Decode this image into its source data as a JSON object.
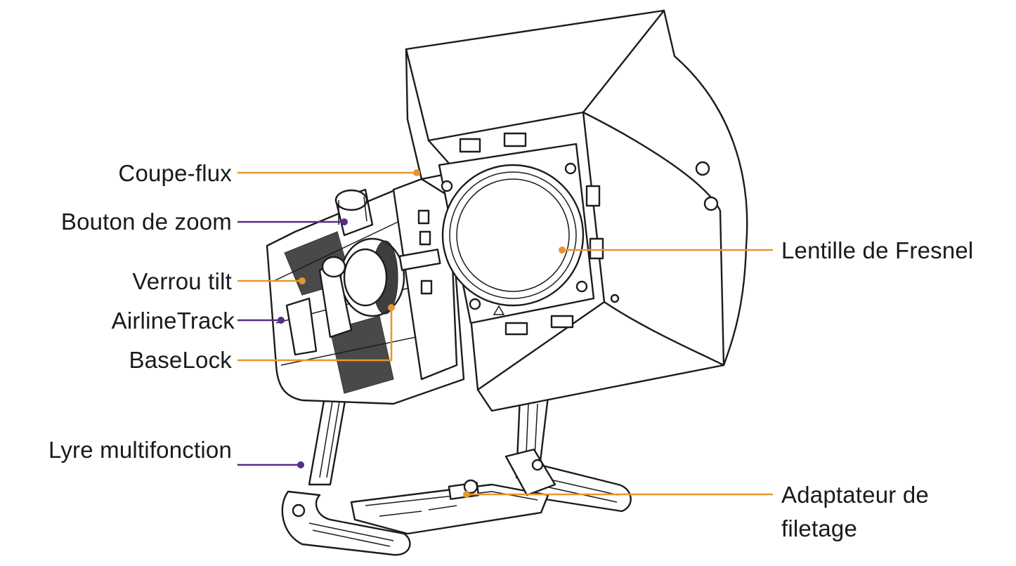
{
  "colors": {
    "orange": "#e8952f",
    "purple": "#5b2a86",
    "ink": "#1c1c1c",
    "background": "#ffffff"
  },
  "labels": {
    "coupe_flux": "Coupe-flux",
    "bouton_zoom": "Bouton de zoom",
    "verrou_tilt": "Verrou tilt",
    "airline_track": "AirlineTrack",
    "baselock": "BaseLock",
    "lyre": "Lyre multifonction",
    "lentille": "Lentille de Fresnel",
    "adaptateur_line1": "Adaptateur de",
    "adaptateur_line2": "filetage"
  }
}
